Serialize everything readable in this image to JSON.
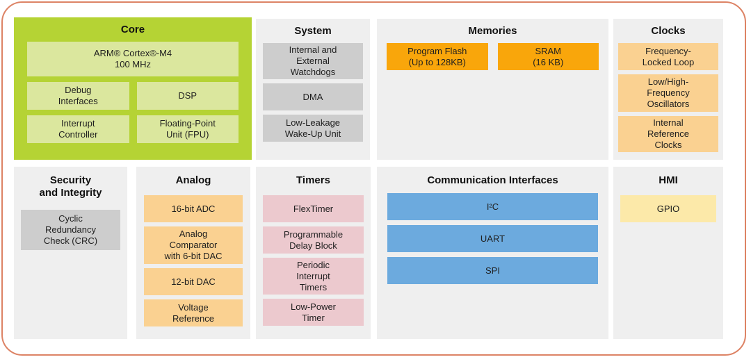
{
  "colors": {
    "frame_border": "#dd8365",
    "core_bg": "#b5d334",
    "core_block": "#dbe79e",
    "panel_bg": "#efefef",
    "gray_block": "#cdcdcd",
    "amber_block": "#f9a60b",
    "light_orange_block": "#fad191",
    "pink_block": "#ecc9ce",
    "blue_block": "#6caade",
    "yellow_block": "#fce9a9"
  },
  "sections": {
    "core": {
      "title": "Core",
      "blocks": {
        "cpu": "ARM® Cortex®-M4\n100 MHz",
        "debug": "Debug\nInterfaces",
        "dsp": "DSP",
        "interrupt": "Interrupt\nController",
        "fpu": "Floating-Point\nUnit (FPU)"
      }
    },
    "system": {
      "title": "System",
      "blocks": {
        "watchdogs": "Internal and\nExternal\nWatchdogs",
        "dma": "DMA",
        "llwu": "Low-Leakage\nWake-Up Unit"
      }
    },
    "memories": {
      "title": "Memories",
      "blocks": {
        "flash": "Program Flash\n(Up to 128KB)",
        "sram": "SRAM\n(16 KB)"
      }
    },
    "clocks": {
      "title": "Clocks",
      "blocks": {
        "fll": "Frequency-\nLocked Loop",
        "osc": "Low/High-\nFrequency\nOscillators",
        "irc": "Internal\nReference\nClocks"
      }
    },
    "security": {
      "title": "Security\nand Integrity",
      "blocks": {
        "crc": "Cyclic\nRedundancy\nCheck (CRC)"
      }
    },
    "analog": {
      "title": "Analog",
      "blocks": {
        "adc": "16-bit ADC",
        "comparator": "Analog\nComparator\nwith 6-bit DAC",
        "dac": "12-bit DAC",
        "vref": "Voltage\nReference"
      }
    },
    "timers": {
      "title": "Timers",
      "blocks": {
        "flextimer": "FlexTimer",
        "pdb": "Programmable\nDelay Block",
        "pit": "Periodic\nInterrupt\nTimers",
        "lptmr": "Low-Power\nTimer"
      }
    },
    "comm": {
      "title": "Communication Interfaces",
      "blocks": {
        "i2c": "I²C",
        "uart": "UART",
        "spi": "SPI"
      }
    },
    "hmi": {
      "title": "HMI",
      "blocks": {
        "gpio": "GPIO"
      }
    }
  }
}
